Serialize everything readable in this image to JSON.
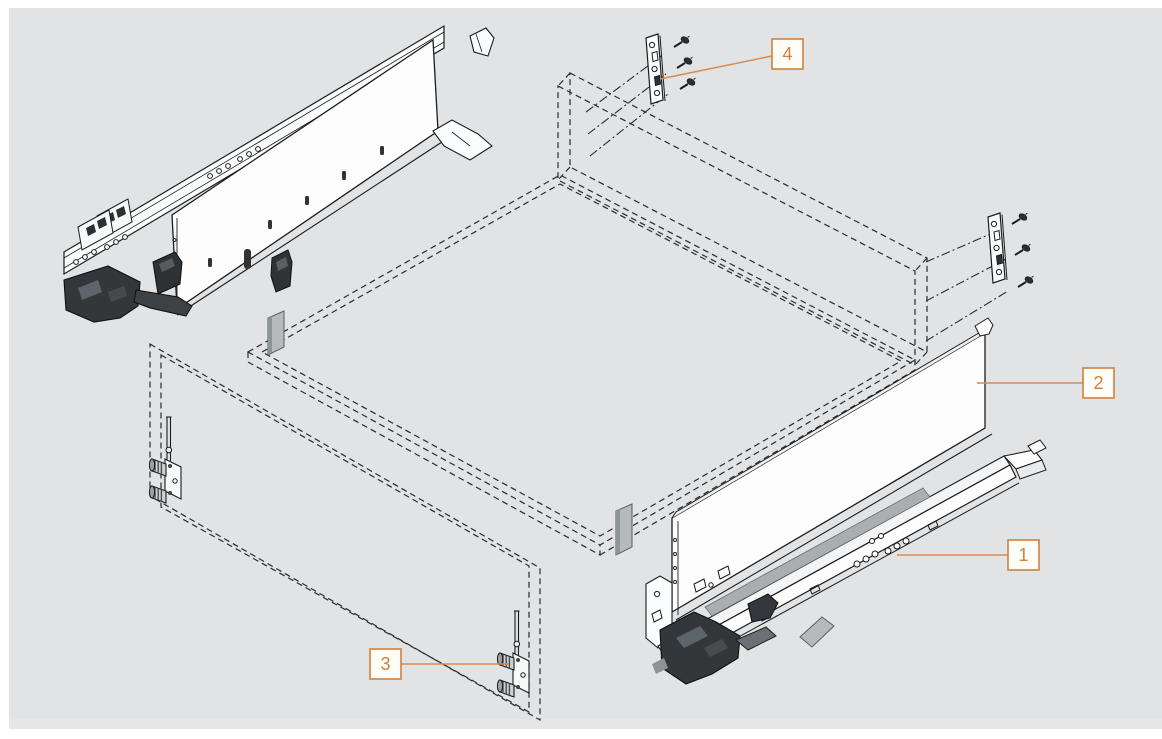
{
  "diagram": {
    "type": "exploded-assembly-drawing",
    "subject": "drawer-runner-assembly"
  },
  "colors": {
    "canvas_background": "#e1e3e5",
    "page_background": "#ffffff",
    "line": "#1c1c1c",
    "dashed_line": "#2b2b2b",
    "part_fill": "#fdfdfe",
    "spacer_fill": "#b6babd",
    "device_dark": "#33373a",
    "callout_border": "#d0803c",
    "callout_text": "#d0803c",
    "callout_fill": "#fffdf8",
    "leader_line": "#d78c52"
  },
  "callouts": [
    {
      "label": "1"
    },
    {
      "label": "2"
    },
    {
      "label": "3"
    },
    {
      "label": "4"
    }
  ]
}
